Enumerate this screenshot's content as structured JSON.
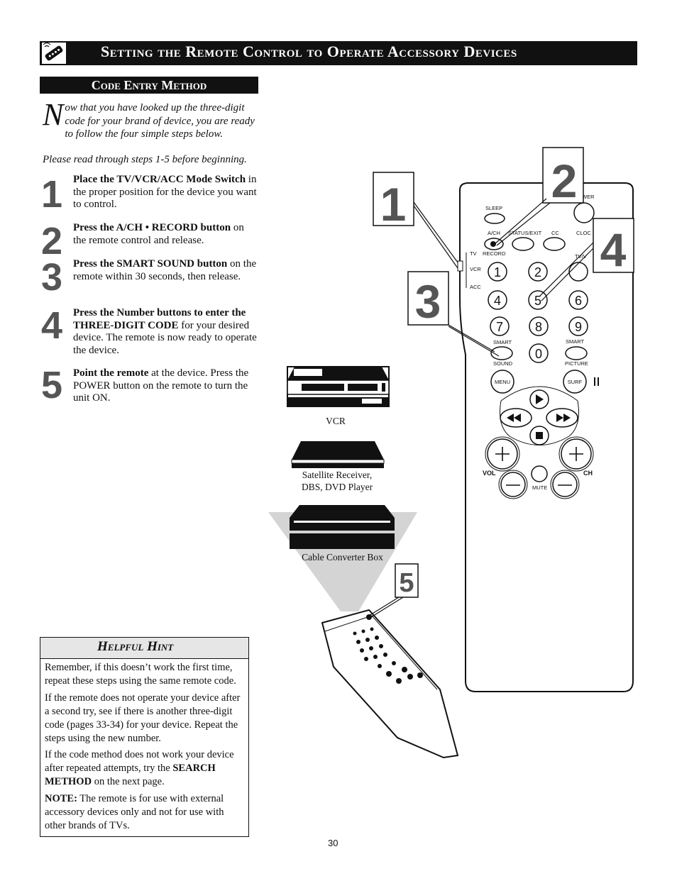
{
  "title": "Setting the Remote Control to Operate Accessory Devices",
  "section_heading": "Code Entry Method",
  "intro": {
    "dropcap": "N",
    "text": "ow that you have looked up the three-digit code for your brand of device, you are ready to follow the four simple steps below."
  },
  "note": "Please read through steps 1-5 before beginning.",
  "steps": [
    {
      "number": "1",
      "bold": "Place the TV/VCR/ACC Mode Switch",
      "text": " in the proper position for the device you want to control."
    },
    {
      "number": "2",
      "bold": "Press the A/CH • RECORD button",
      "text": " on the remote control and release."
    },
    {
      "number": "3",
      "bold": "Press the SMART SOUND button",
      "text": " on the remote within 30 seconds, then release."
    },
    {
      "number": "4",
      "bold": "Press the Number buttons to enter the THREE-DIGIT CODE",
      "text": " for your desired device. The remote is now ready to operate the device."
    },
    {
      "number": "5",
      "bold": "Point the remote",
      "text": " at the device. Press the POWER button on the remote to turn the unit ON."
    }
  ],
  "hint": {
    "heading": "Helpful Hint",
    "p1": "Remember, if this doesn’t work the first time, repeat these steps using the same remote code.",
    "p2": "If the remote does not operate your device after a second try, see if there is another three-digit code (pages 33-34) for your device. Repeat the steps using the new number.",
    "p3_a": "If the code method does not work your device after repeated attempts, try the ",
    "p3_b": "SEARCH METHOD",
    "p3_c": " on the next page.",
    "p4_a": "NOTE:",
    "p4_b": " The remote is for use with external accessory devices only and not for use with other brands of TVs."
  },
  "devices": {
    "vcr": "VCR",
    "satellite_1": "Satellite Receiver,",
    "satellite_2": "DBS, DVD Player",
    "cable": "Cable Converter Box"
  },
  "callouts": [
    "1",
    "2",
    "3",
    "4",
    "5"
  ],
  "remote": {
    "sleep": "SLEEP",
    "power": "WER",
    "ach": "A/CH",
    "record": "RECORD",
    "status_exit": "STATUS/EXIT",
    "cc": "CC",
    "clock": "CLOC",
    "tvvcr": "TV/V",
    "mode_tv": "TV",
    "mode_vcr": "VCR",
    "mode_acc": "ACC",
    "digits": [
      "1",
      "2",
      "4",
      "5",
      "6",
      "7",
      "8",
      "9",
      "0"
    ],
    "smart_sound_top": "SMART",
    "smart_sound_bottom": "SOUND",
    "smart_picture_top": "SMART",
    "smart_picture_bottom": "PICTURE",
    "menu": "MENU",
    "surf": "SURF",
    "vol": "VOL",
    "ch": "CH",
    "mute": "MUTE"
  },
  "page_number": "30"
}
